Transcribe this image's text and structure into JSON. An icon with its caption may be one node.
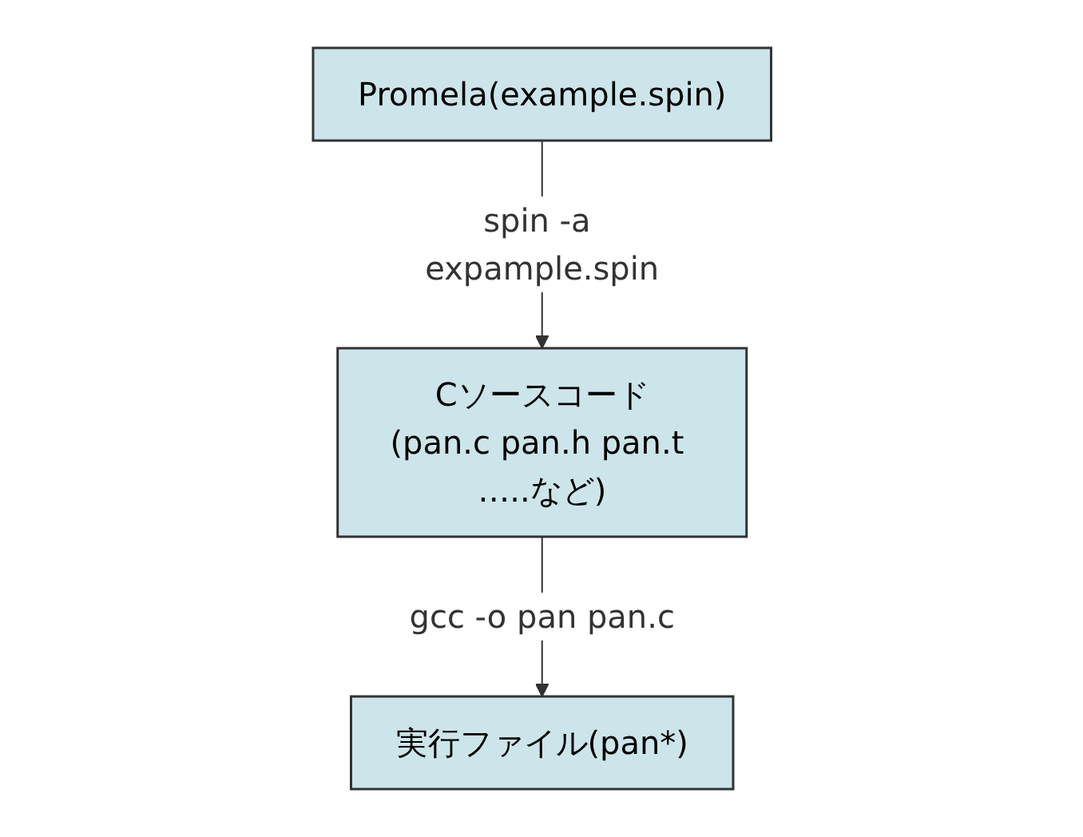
{
  "diagram": {
    "nodes": [
      {
        "text": [
          "Promela(example.spin)"
        ]
      },
      {
        "text": [
          "Cソースコード",
          "(pan.c pan.h pan.t …..など)"
        ]
      },
      {
        "text": [
          "実行ファイル(pan*)"
        ]
      }
    ],
    "edges": [
      {
        "from": 0,
        "to": 1,
        "arrow": "to",
        "label": "spin -a expample.spin"
      },
      {
        "from": 1,
        "to": 2,
        "arrow": "to",
        "label": "gcc -o pan pan.c"
      }
    ]
  }
}
